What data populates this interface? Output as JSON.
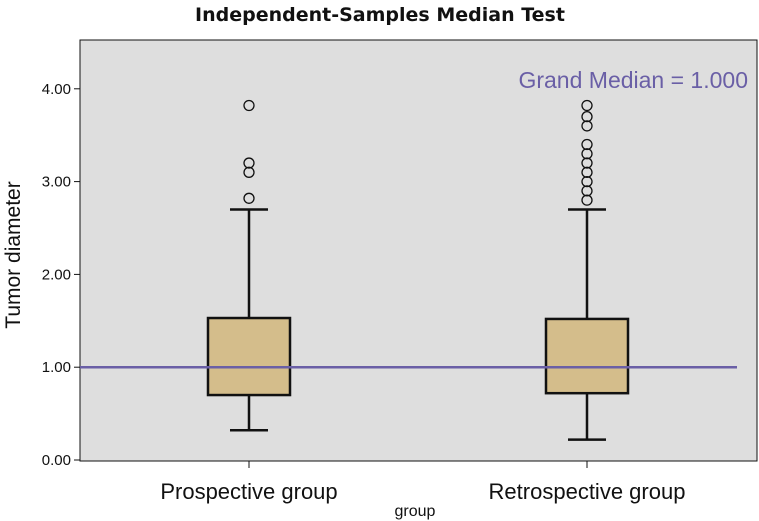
{
  "chart_data": {
    "type": "boxplot",
    "title": "Independent-Samples Median Test",
    "xlabel": "group",
    "ylabel": "Tumor diameter",
    "ylim": [
      0,
      4.4
    ],
    "yticks": [
      "0.00",
      "1.00",
      "2.00",
      "3.00",
      "4.00"
    ],
    "ytick_values": [
      0,
      1,
      2,
      3,
      4
    ],
    "categories": [
      "Prospective group",
      "Retrospective group"
    ],
    "boxes": [
      {
        "min": 0.32,
        "q1": 0.7,
        "median": 1.0,
        "q3": 1.53,
        "max": 2.7,
        "outliers": [
          2.82,
          3.1,
          3.2,
          3.82
        ]
      },
      {
        "min": 0.22,
        "q1": 0.72,
        "median": 1.0,
        "q3": 1.52,
        "max": 2.7,
        "outliers": [
          2.8,
          2.9,
          3.0,
          3.1,
          3.2,
          3.3,
          3.4,
          3.6,
          3.7,
          3.82
        ]
      }
    ],
    "reference_line": {
      "value": 1.0,
      "label": "Grand Median = 1.000"
    },
    "colors": {
      "box_fill": "#d4bd8b",
      "plot_background": "#dedede",
      "reference_line": "#6a5fa6",
      "outline": "#111111"
    },
    "grid": false,
    "legend": "none"
  }
}
